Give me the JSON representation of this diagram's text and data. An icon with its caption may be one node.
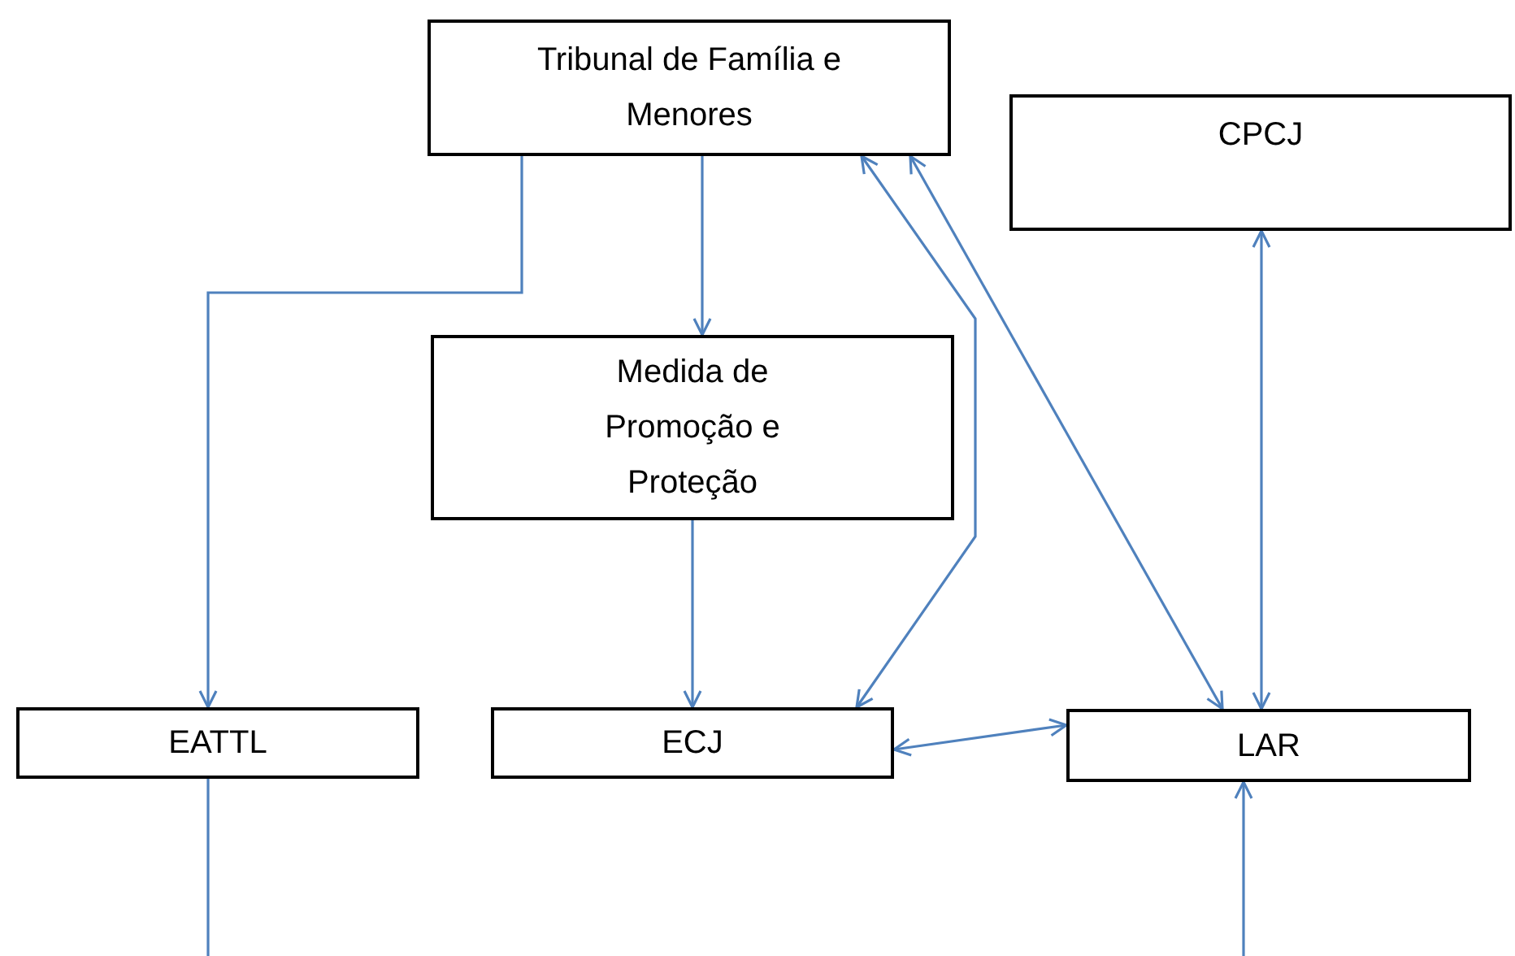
{
  "diagram": {
    "nodes": [
      {
        "text": [
          "Tribunal de Família e Menores"
        ]
      },
      {
        "text": [
          "CPCJ"
        ]
      },
      {
        "text": [
          "Medida de Promoção e Proteção"
        ]
      },
      {
        "text": [
          "EATTL"
        ]
      },
      {
        "text": [
          "ECJ"
        ]
      },
      {
        "text": [
          "LAR"
        ]
      }
    ],
    "edges": [
      {
        "from": 0,
        "to": 2,
        "arrow": "to"
      },
      {
        "from": 0,
        "to": 3,
        "arrow": "to"
      },
      {
        "from": 2,
        "to": 4,
        "arrow": "to"
      },
      {
        "from": 0,
        "to": 4,
        "arrow": "both"
      },
      {
        "from": 0,
        "to": 5,
        "arrow": "both"
      },
      {
        "from": 4,
        "to": 5,
        "arrow": "both"
      },
      {
        "from": 1,
        "to": 5,
        "arrow": "both"
      },
      {
        "from": 3,
        "to": null,
        "arrow": "none"
      },
      {
        "from": null,
        "to": 5,
        "arrow": "to"
      }
    ]
  }
}
